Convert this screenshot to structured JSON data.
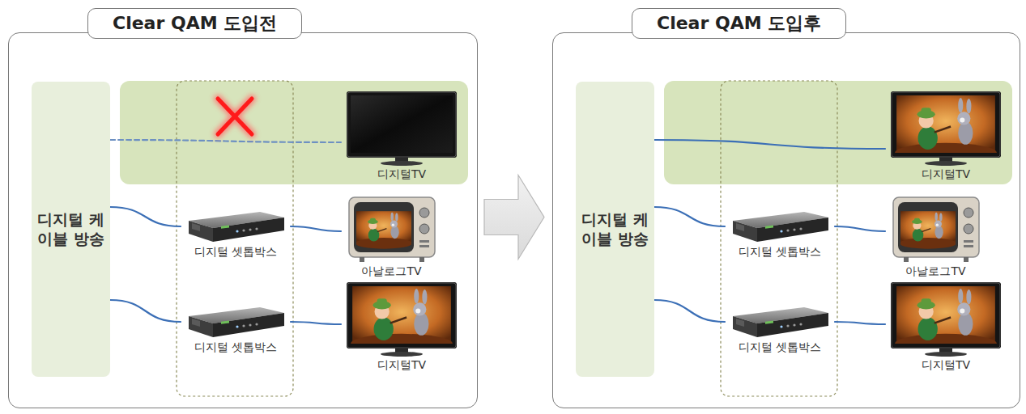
{
  "diagram": {
    "nodes": [
      {
        "text": [
          "Clear QAM 도입전"
        ]
      },
      {
        "text": [
          "디지털 케이블 방송"
        ],
        "in": 0
      },
      {
        "text": [
          "디지털TV"
        ],
        "in": 0
      },
      {
        "text": [
          "디지털 셋톱박스"
        ],
        "in": 0
      },
      {
        "text": [
          "아날로그TV"
        ],
        "in": 0
      },
      {
        "text": [
          "디지털 셋톱박스"
        ],
        "in": 0
      },
      {
        "text": [
          "디지털TV"
        ],
        "in": 0
      },
      {
        "text": [
          "Clear QAM 도입후"
        ]
      },
      {
        "text": [
          "디지털 케이블 방송"
        ],
        "in": 7
      },
      {
        "text": [
          "디지털TV"
        ],
        "in": 7
      },
      {
        "text": [
          "디지털 셋톱박스"
        ],
        "in": 7
      },
      {
        "text": [
          "아날로그TV"
        ],
        "in": 7
      },
      {
        "text": [
          "디지털 셋톱박스"
        ],
        "in": 7
      },
      {
        "text": [
          "디지털TV"
        ],
        "in": 7
      }
    ],
    "edges": [
      {
        "from": 0,
        "to": 7,
        "arrow": "to"
      },
      {
        "from": 1,
        "to": 2,
        "arrow": "none"
      },
      {
        "from": 1,
        "to": 3,
        "arrow": "none"
      },
      {
        "from": 3,
        "to": 4,
        "arrow": "none"
      },
      {
        "from": 1,
        "to": 5,
        "arrow": "none"
      },
      {
        "from": 5,
        "to": 6,
        "arrow": "none"
      },
      {
        "from": 8,
        "to": 9,
        "arrow": "none"
      },
      {
        "from": 8,
        "to": 10,
        "arrow": "none"
      },
      {
        "from": 10,
        "to": 11,
        "arrow": "none"
      },
      {
        "from": 8,
        "to": 12,
        "arrow": "none"
      },
      {
        "from": 12,
        "to": 13,
        "arrow": "none"
      }
    ]
  }
}
